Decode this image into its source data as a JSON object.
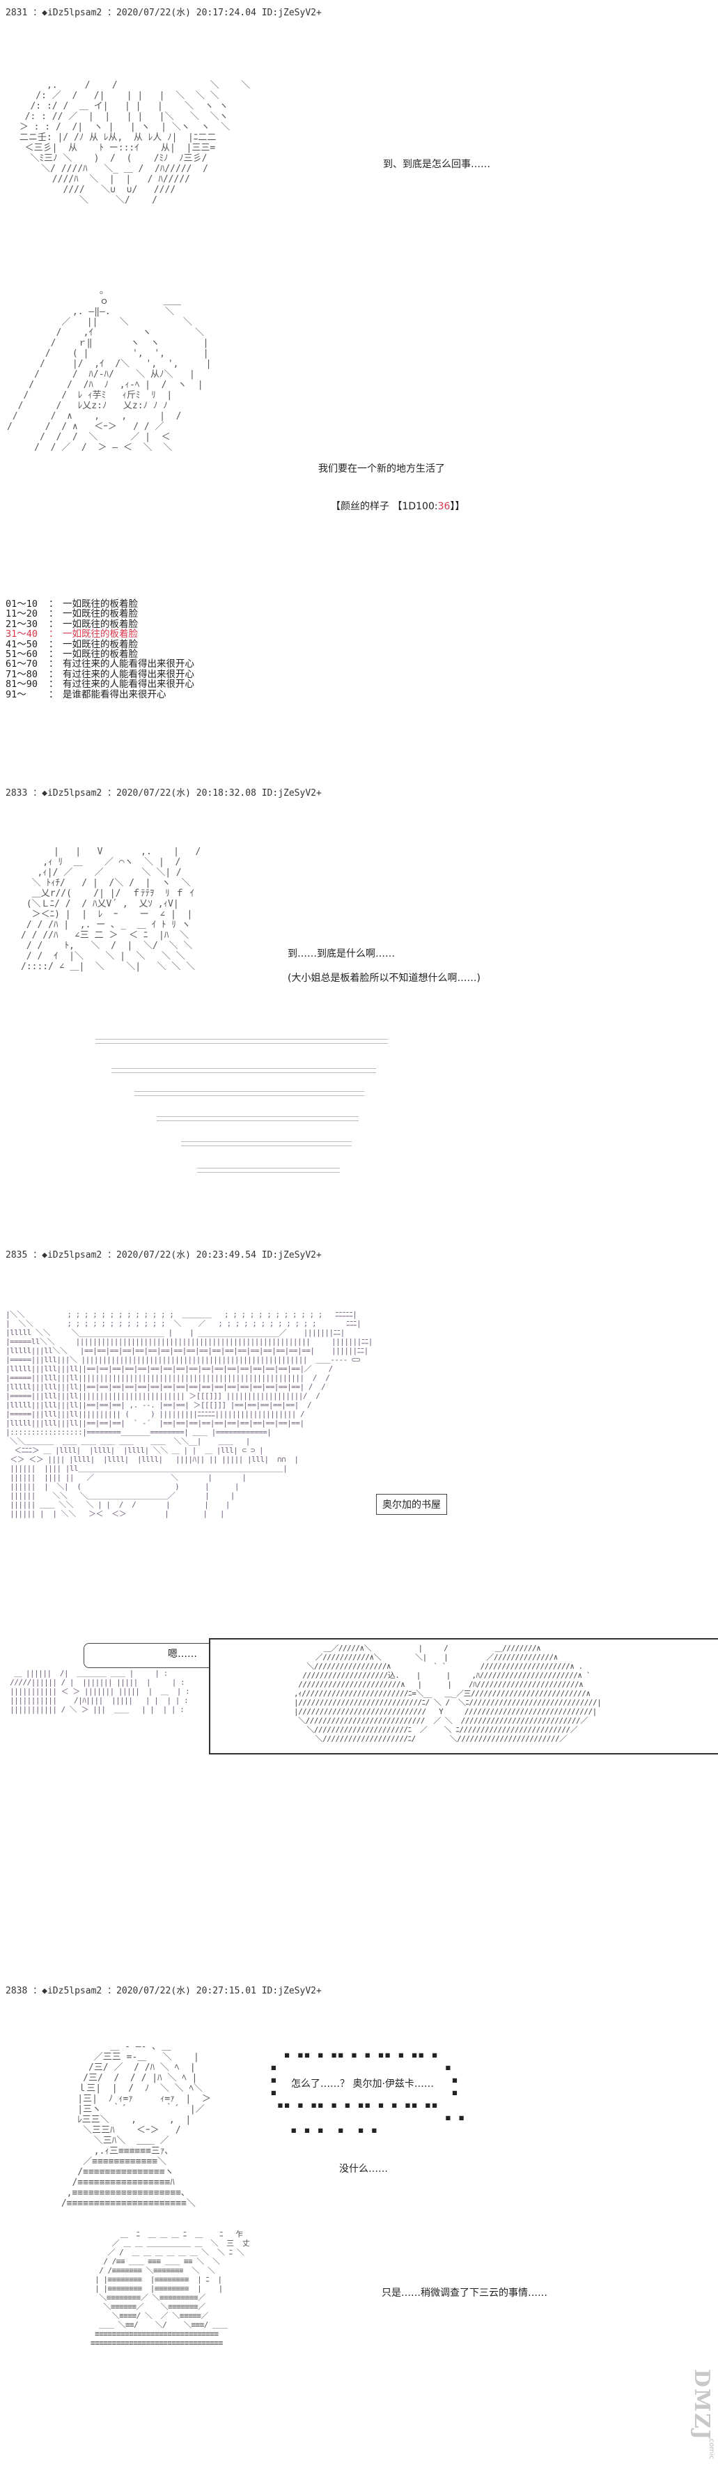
{
  "posts": [
    {
      "header": "2831 ：◆iDz5lpsam2 ：2020/07/22(水) 20:17:24.04 ID:jZeSyV2+",
      "lines": [
        "到、到底是怎么回事……",
        "我们要在一个新的地方生活了"
      ],
      "dice_prefix": "【颜丝的样子 【1D100:",
      "dice_value": "36",
      "dice_suffix": "】】",
      "outcomes": [
        {
          "range": "01～10",
          "colon": "：",
          "text": "一如既往的板着脸"
        },
        {
          "range": "11～20",
          "colon": "：",
          "text": "一如既往的板着脸"
        },
        {
          "range": "21～30",
          "colon": "：",
          "text": "一如既往的板着脸"
        },
        {
          "range": "31～40",
          "colon": "：",
          "text": "一如既往的板着脸"
        },
        {
          "range": "41～50",
          "colon": "：",
          "text": "一如既往的板着脸"
        },
        {
          "range": "51～60",
          "colon": "：",
          "text": "一如既往的板着脸"
        },
        {
          "range": "61～70",
          "colon": "：",
          "text": "有过往来的人能看得出来很开心"
        },
        {
          "range": "71～80",
          "colon": "：",
          "text": "有过往来的人能看得出来很开心"
        },
        {
          "range": "81～90",
          "colon": "：",
          "text": "有过往来的人能看得出来很开心"
        },
        {
          "range": "91～",
          "colon": "：",
          "text": "是谁都能看得出来很开心"
        }
      ],
      "highlight_color": "#d9364a"
    },
    {
      "header": "2833 ：◆iDz5lpsam2 ：2020/07/22(水) 20:18:32.08 ID:jZeSyV2+",
      "lines": [
        "到……到底是什么啊……",
        "(大小姐总是板着脸所以不知道想什么啊……)"
      ]
    },
    {
      "header": "2835 ：◆iDz5lpsam2 ：2020/07/22(水) 20:23:49.54 ID:jZeSyV2+",
      "box_label": "奥尔加的书屋",
      "speech": "嗯……"
    },
    {
      "header": "2838 ：◆iDz5lpsam2 ：2020/07/22(水) 20:27:15.01 ID:jZeSyV2+",
      "cloud_text": "怎么了……？ 奥尔加·伊兹卡……",
      "lines": [
        "没什么……",
        "只是……稍微调查了下三云的事情……"
      ]
    }
  ],
  "watermark": "DMZJ",
  "watermark_small": "comic"
}
